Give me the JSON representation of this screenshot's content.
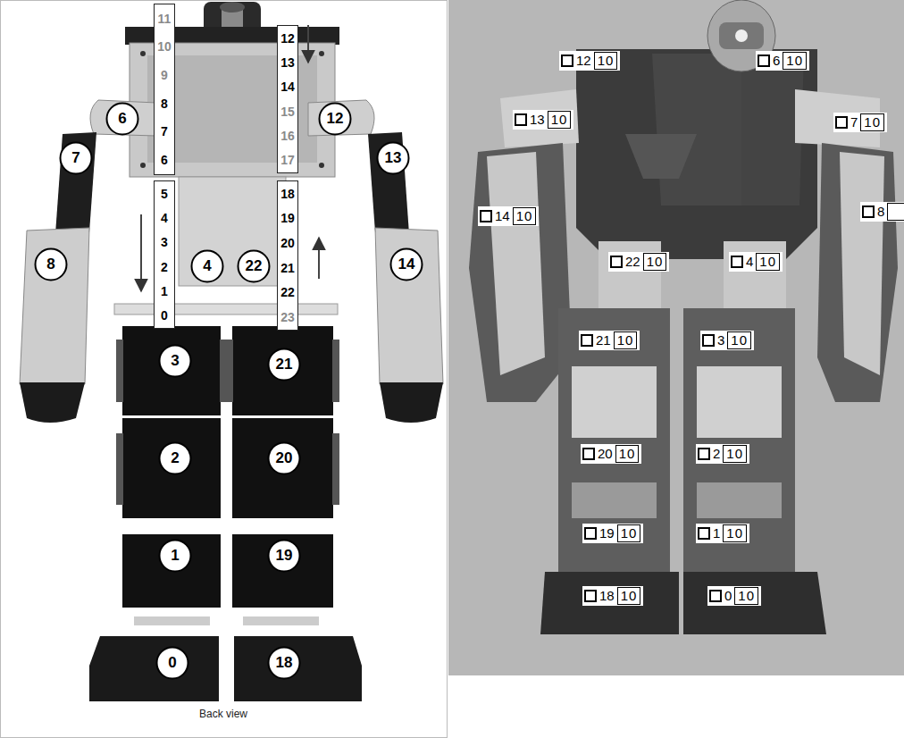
{
  "diagram": {
    "nodes": [
      {
        "text": [
          "11",
          "10",
          "9",
          "8",
          "7",
          "6"
        ]
      },
      {
        "text": [
          "12",
          "13",
          "14",
          "15",
          "16",
          "17"
        ]
      },
      {
        "text": [
          "6"
        ]
      },
      {
        "text": [
          "12"
        ]
      },
      {
        "text": [
          "7"
        ]
      },
      {
        "text": [
          "13"
        ]
      },
      {
        "text": [
          "5",
          "4",
          "3",
          "2",
          "1",
          "0"
        ]
      },
      {
        "text": [
          "18",
          "19",
          "20",
          "21",
          "22",
          "23"
        ]
      },
      {
        "text": [
          "8"
        ]
      },
      {
        "text": [
          "14"
        ]
      },
      {
        "text": [
          "4"
        ]
      },
      {
        "text": [
          "22"
        ]
      },
      {
        "text": [
          "3"
        ]
      },
      {
        "text": [
          "21"
        ]
      },
      {
        "text": [
          "2"
        ]
      },
      {
        "text": [
          "20"
        ]
      },
      {
        "text": [
          "1"
        ]
      },
      {
        "text": [
          "19"
        ]
      },
      {
        "text": [
          "0"
        ]
      },
      {
        "text": [
          "18"
        ]
      },
      {
        "text": [
          "12",
          "10"
        ]
      },
      {
        "text": [
          "6",
          "10"
        ]
      },
      {
        "text": [
          "13",
          "10"
        ]
      },
      {
        "text": [
          "7",
          "10"
        ]
      },
      {
        "text": [
          "14",
          "10"
        ]
      },
      {
        "text": [
          "8"
        ]
      },
      {
        "text": [
          "22",
          "10"
        ]
      },
      {
        "text": [
          "4",
          "10"
        ]
      },
      {
        "text": [
          "21",
          "10"
        ]
      },
      {
        "text": [
          "3",
          "10"
        ]
      },
      {
        "text": [
          "20",
          "10"
        ]
      },
      {
        "text": [
          "2",
          "10"
        ]
      },
      {
        "text": [
          "19",
          "10"
        ]
      },
      {
        "text": [
          "1",
          "10"
        ]
      },
      {
        "text": [
          "18",
          "10"
        ]
      },
      {
        "text": [
          "0",
          "10"
        ]
      }
    ],
    "labels": [
      "Back view"
    ]
  }
}
